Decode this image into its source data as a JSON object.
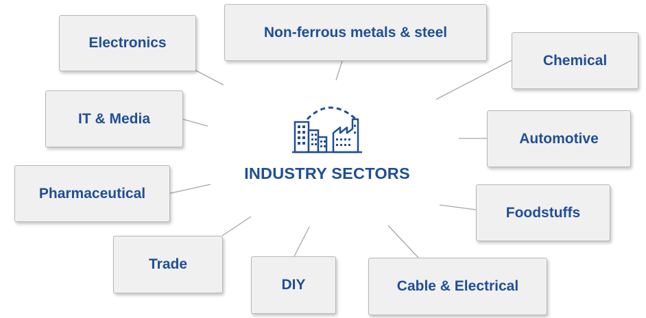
{
  "center": {
    "title": "INDUSTRY SECTORS",
    "icon": "factory-icon"
  },
  "sectors": [
    "Electronics",
    "Non-ferrous metals & steel",
    "Chemical",
    "IT & Media",
    "Automotive",
    "Pharmaceutical",
    "Foodstuffs",
    "Trade",
    "DIY",
    "Cable & Electrical"
  ],
  "colors": {
    "text": "#1f4e96",
    "box_fill": "#f0f0f0",
    "box_border": "#b7b7b7",
    "connector": "#a6a6a6"
  }
}
